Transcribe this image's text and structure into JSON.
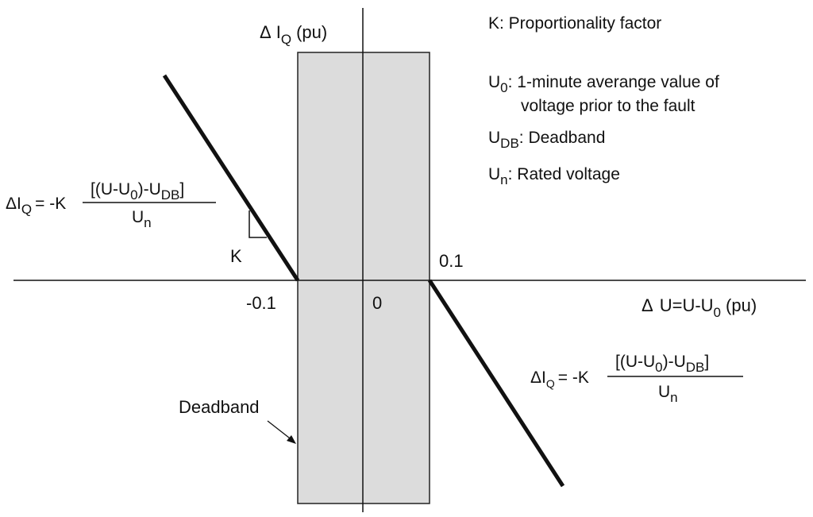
{
  "y_axis": {
    "delta": "Δ",
    "symbol": "I",
    "subscript": "Q",
    "unit": "(pu)"
  },
  "x_axis": {
    "delta": "Δ",
    "expr": "U=U-U",
    "subscript": "0",
    "unit": "(pu)"
  },
  "ticks": {
    "neg": "-0.1",
    "zero": "0",
    "pos": "0.1"
  },
  "legend": {
    "k": "K: Proportionality factor",
    "u0_sym": "U",
    "u0_sub": "0",
    "u0_text_1": ": 1-minute averange value of",
    "u0_text_2": "voltage prior to the fault",
    "udb_sym": "U",
    "udb_sub": "DB",
    "udb_text": ": Deadband",
    "un_sym": "U",
    "un_sub": "n",
    "un_text": ": Rated voltage"
  },
  "left_formula": {
    "lhs": "ΔI",
    "lhs_sub": "Q",
    "eq": "= -K",
    "num_1": "[(U-U",
    "num_sub1": "0",
    "num_2": ")-U",
    "num_sub2": "DB",
    "num_3": "]",
    "den": "U",
    "den_sub": "n"
  },
  "right_formula": {
    "lhs": "ΔI",
    "lhs_sub": "Q",
    "eq": "= -K",
    "num_1": "[(U-U",
    "num_sub1": "0",
    "num_2": ")-U",
    "num_sub2": "DB",
    "num_3": "]",
    "den": "U",
    "den_sub": "n"
  },
  "slope_label": "K",
  "deadband_label": "Deadband",
  "colors": {
    "deadband_fill": "#dcdcdc",
    "line": "#111111"
  }
}
